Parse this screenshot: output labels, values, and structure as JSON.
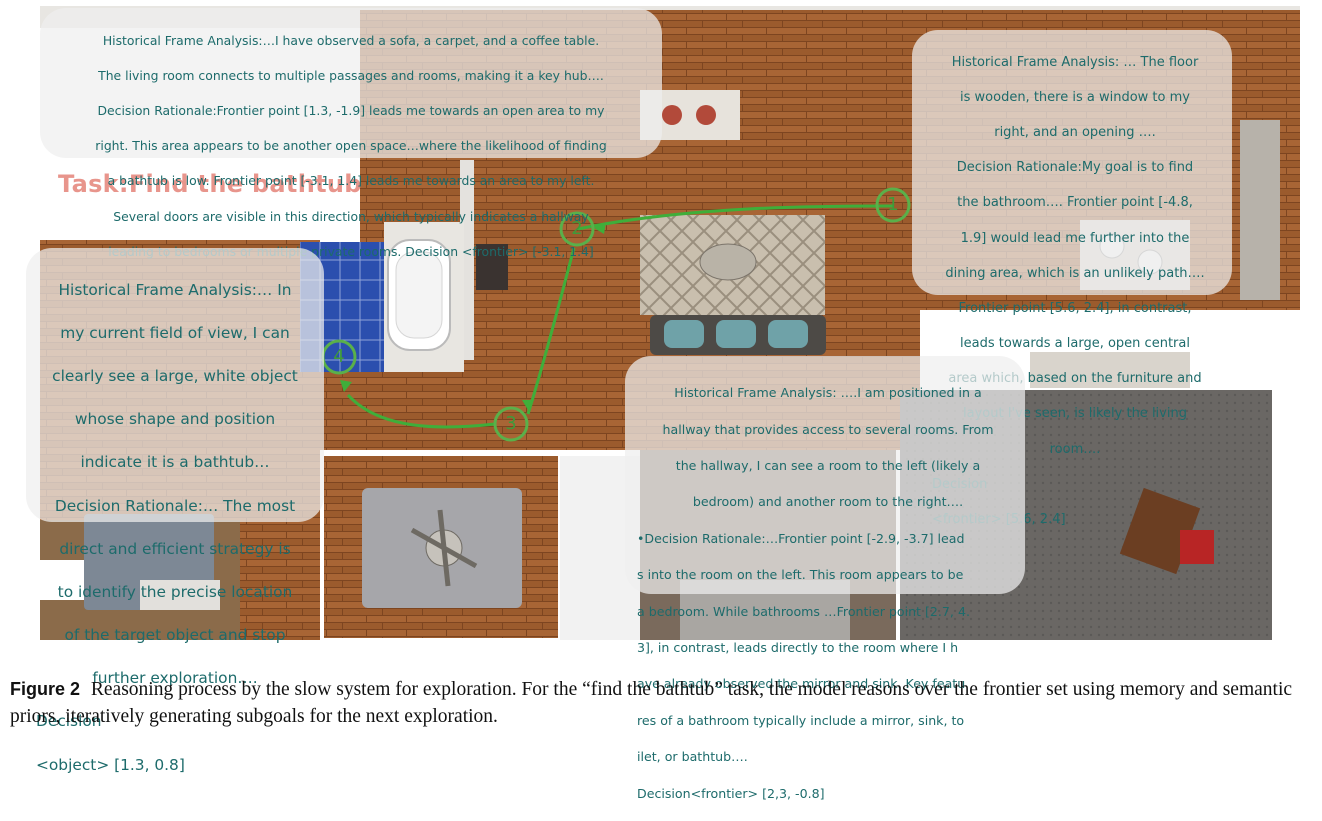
{
  "task": "Task:Find the bathtub",
  "waypoints": [
    "1",
    "2",
    "3",
    "4"
  ],
  "panels": {
    "top": [
      "Historical Frame Analysis:…I have observed a sofa, a carpet, and a coffee table.",
      "The living room connects to multiple passages and rooms, making it a key hub….",
      "Decision Rationale:Frontier point [1.3, -1.9] leads me towards an open area to my",
      "right. This area appears to be another open space…where the likelihood of finding",
      "a bathtub is low. Frontier point [-3.1, 1.4] leads me towards an area to my left.",
      "Several doors are visible in this direction, which typically indicates a hallway",
      "leading to bedrooms or multiple private rooms.  Decision <frontier> [-3.1, 1.4]"
    ],
    "right": [
      "Historical Frame Analysis:  … The floor",
      "is wooden, there is a window to my",
      "right, and an opening ….",
      "Decision Rationale:My goal is to find",
      "the bathroom…. Frontier point [-4.8,",
      "1.9] would lead me further into the",
      "dining area, which is an unlikely path….",
      "Frontier point [5.6, 2.4], in contrast,",
      "leads towards a large, open central",
      "area which, based on the furniture and",
      "layout I've seen, is likely the living",
      "room….",
      "Decision",
      "<frontier> [5.6, 2.4]"
    ],
    "left": [
      "Historical Frame Analysis:…  In",
      "my current field of view, I can",
      "clearly see a large, white object",
      "whose shape and position",
      "indicate it is a bathtub…",
      "Decision Rationale:… The most",
      "direct and efficient strategy is",
      "to identify the precise location",
      "of the target object and stop",
      "further exploration….",
      "Decision",
      "<object> [1.3, 0.8]"
    ],
    "middle": [
      "Historical Frame Analysis: ….I am positioned in a",
      "hallway that provides access to several rooms. From",
      "the hallway, I can see a room to the left (likely a",
      "bedroom) and another room to the right….",
      "•Decision Rationale:…Frontier point [-2.9, -3.7] lead",
      "s into the room on the left. This room appears to be",
      "a bedroom. While bathrooms …Frontier point [2.7, 4.",
      "3], in contrast, leads directly to the room where I h",
      "ave already observed the mirror and sink. Key featu",
      "res of a bathroom typically include a mirror, sink, to",
      "ilet, or bathtub….",
      "Decision<frontier> [2,3, -0.8]"
    ]
  },
  "caption": {
    "label": "Figure 2",
    "text": "Reasoning process by the slow system for exploration. For the “find the bathtub” task, the model reasons over the frontier set using memory and semantic priors, iteratively generating subgoals for the next exploration."
  },
  "colors": {
    "wood": "#9a5a2c",
    "panel": "#eeeeee",
    "panel_text": "#1d6b6b",
    "task_text": "#e8958c",
    "path_green": "#3fae3a",
    "tile_blue": "#2a4aa8"
  }
}
